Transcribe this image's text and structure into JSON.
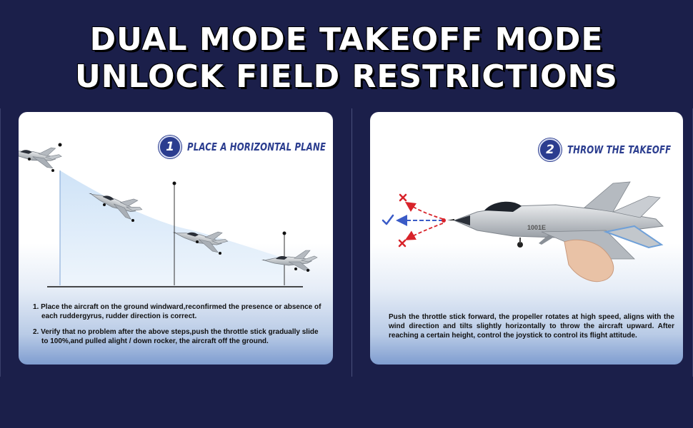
{
  "header": {
    "title_line1": "DUAL MODE TAKEOFF MODE",
    "title_line2": "UNLOCK FIELD RESTRICTIONS"
  },
  "panels": [
    {
      "step_number": "1",
      "step_title": "PLACE A HORIZONTAL PLANE",
      "instructions": [
        "1. Place the aircraft on the ground windward,reconfirmed the presence or absence of each ruddergyrus, rudder direction is correct.",
        "2. Verify that no problem after the above steps,push the throttle stick gradually slide to 100%,and pulled alight / down rocker, the aircraft off the ground."
      ]
    },
    {
      "step_number": "2",
      "step_title": "THROW THE TAKEOFF",
      "aircraft_marking": "1001E",
      "instructions": [
        "Push the throttle stick forward, the propeller rotates at high speed, aligns with the wind direction and tilts slightly horizontally to throw the aircraft upward. After reaching a certain height, control the joystick to control its flight attitude."
      ]
    }
  ],
  "colors": {
    "background": "#1b1f4a",
    "accent_blue": "#2b3d8f",
    "arrow_red": "#d8232a",
    "arrow_blue": "#3a5bc7"
  },
  "icons": [
    "cross-icon",
    "check-icon",
    "arrow-icon"
  ]
}
